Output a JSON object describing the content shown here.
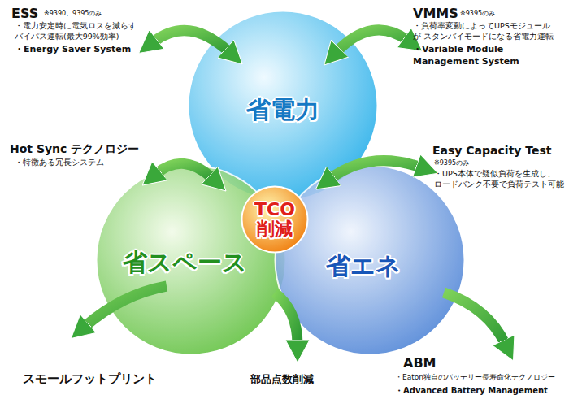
{
  "diagram": {
    "nodes": [
      {
        "text": [
          "省電力"
        ]
      },
      {
        "text": [
          "TCO 削減"
        ]
      },
      {
        "text": [
          "省スペース"
        ]
      },
      {
        "text": [
          "省エネ"
        ]
      }
    ],
    "labels": [
      "ESS",
      "※9390、9395のみ",
      "・電力安定時に電気ロスを減らす バイパス運転(最大99%効率)",
      "・Energy Saver System",
      "VMMS",
      "※9395のみ",
      "・負荷率変動によってUPSモジュールが スタンバイモードになる省電力運転",
      "・Variable Module Management System",
      "Hot Sync テクノロジー",
      "・特徴ある冗長システム",
      "Easy Capacity Test",
      "※9395のみ",
      "・UPS本体で疑似負荷を生成し、 ロードバンク不要で負荷テスト可能",
      "スモールフットプリント",
      "部品点数削減",
      "ABM",
      "・Eaton独自のバッテリー長寿命化テクノロジー",
      "・Advanced Battery Management"
    ]
  }
}
